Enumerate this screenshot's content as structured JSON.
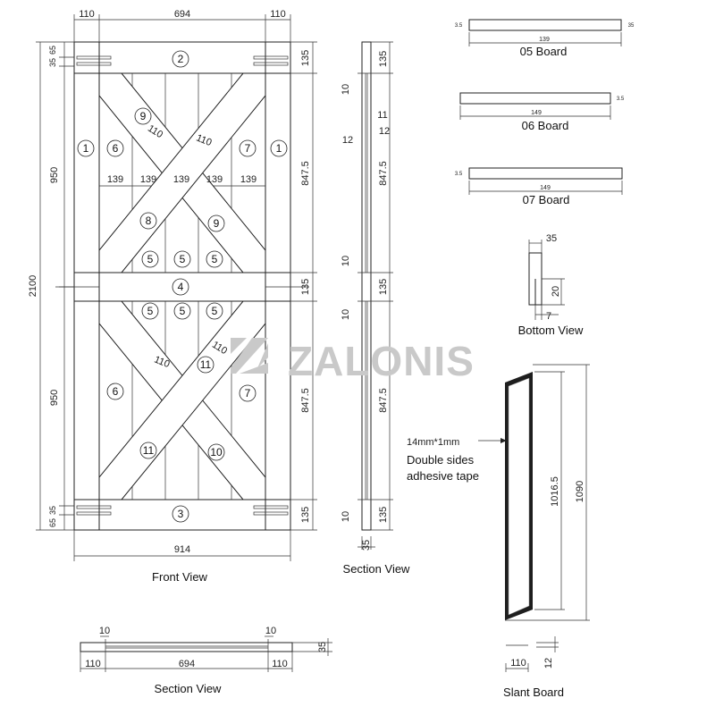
{
  "front_view": {
    "caption": "Front View",
    "top_dims": [
      "110",
      "694",
      "110"
    ],
    "left_dims": [
      "65",
      "35",
      "950",
      "950",
      "35",
      "65"
    ],
    "total_height": "2100",
    "right_dims": [
      "135",
      "847.5",
      "135",
      "847.5",
      "135"
    ],
    "panel_dims": [
      "139",
      "139",
      "139",
      "139",
      "139"
    ],
    "slant_dims": [
      "110",
      "110",
      "110",
      "110"
    ],
    "bottom_dim": "914",
    "parts": [
      "1",
      "1",
      "2",
      "3",
      "4",
      "5",
      "6",
      "7",
      "8",
      "9",
      "10",
      "11"
    ]
  },
  "section_view_side": {
    "caption": "Section View",
    "dims_left": [
      "10",
      "12",
      "10",
      "10",
      "10"
    ],
    "dims_mid": [
      "11",
      "12"
    ],
    "dims_right": [
      "135",
      "847.5",
      "135",
      "847.5",
      "135"
    ],
    "bottom_dim": "35"
  },
  "boards": [
    {
      "caption": "05 Board",
      "width": "139",
      "small": [
        "35",
        "3.5"
      ]
    },
    {
      "caption": "06 Board",
      "width": "149",
      "small": [
        "3.5"
      ]
    },
    {
      "caption": "07 Board",
      "width": "149",
      "small": [
        "3.5"
      ]
    }
  ],
  "bottom_view": {
    "caption": "Bottom  View",
    "dims": [
      "35",
      "20",
      "7"
    ]
  },
  "watermark": "ZALONIS",
  "tape_label": {
    "line1": "14mm*1mm",
    "line2": "Double sides",
    "line3": "adhesive tape"
  },
  "slant_board": {
    "caption": "Slant Board",
    "dims": [
      "1016.5",
      "1090",
      "110",
      "12"
    ]
  },
  "section_view_bottom": {
    "caption": "Section View",
    "dims": [
      "10",
      "10",
      "110",
      "694",
      "110",
      "35"
    ]
  }
}
